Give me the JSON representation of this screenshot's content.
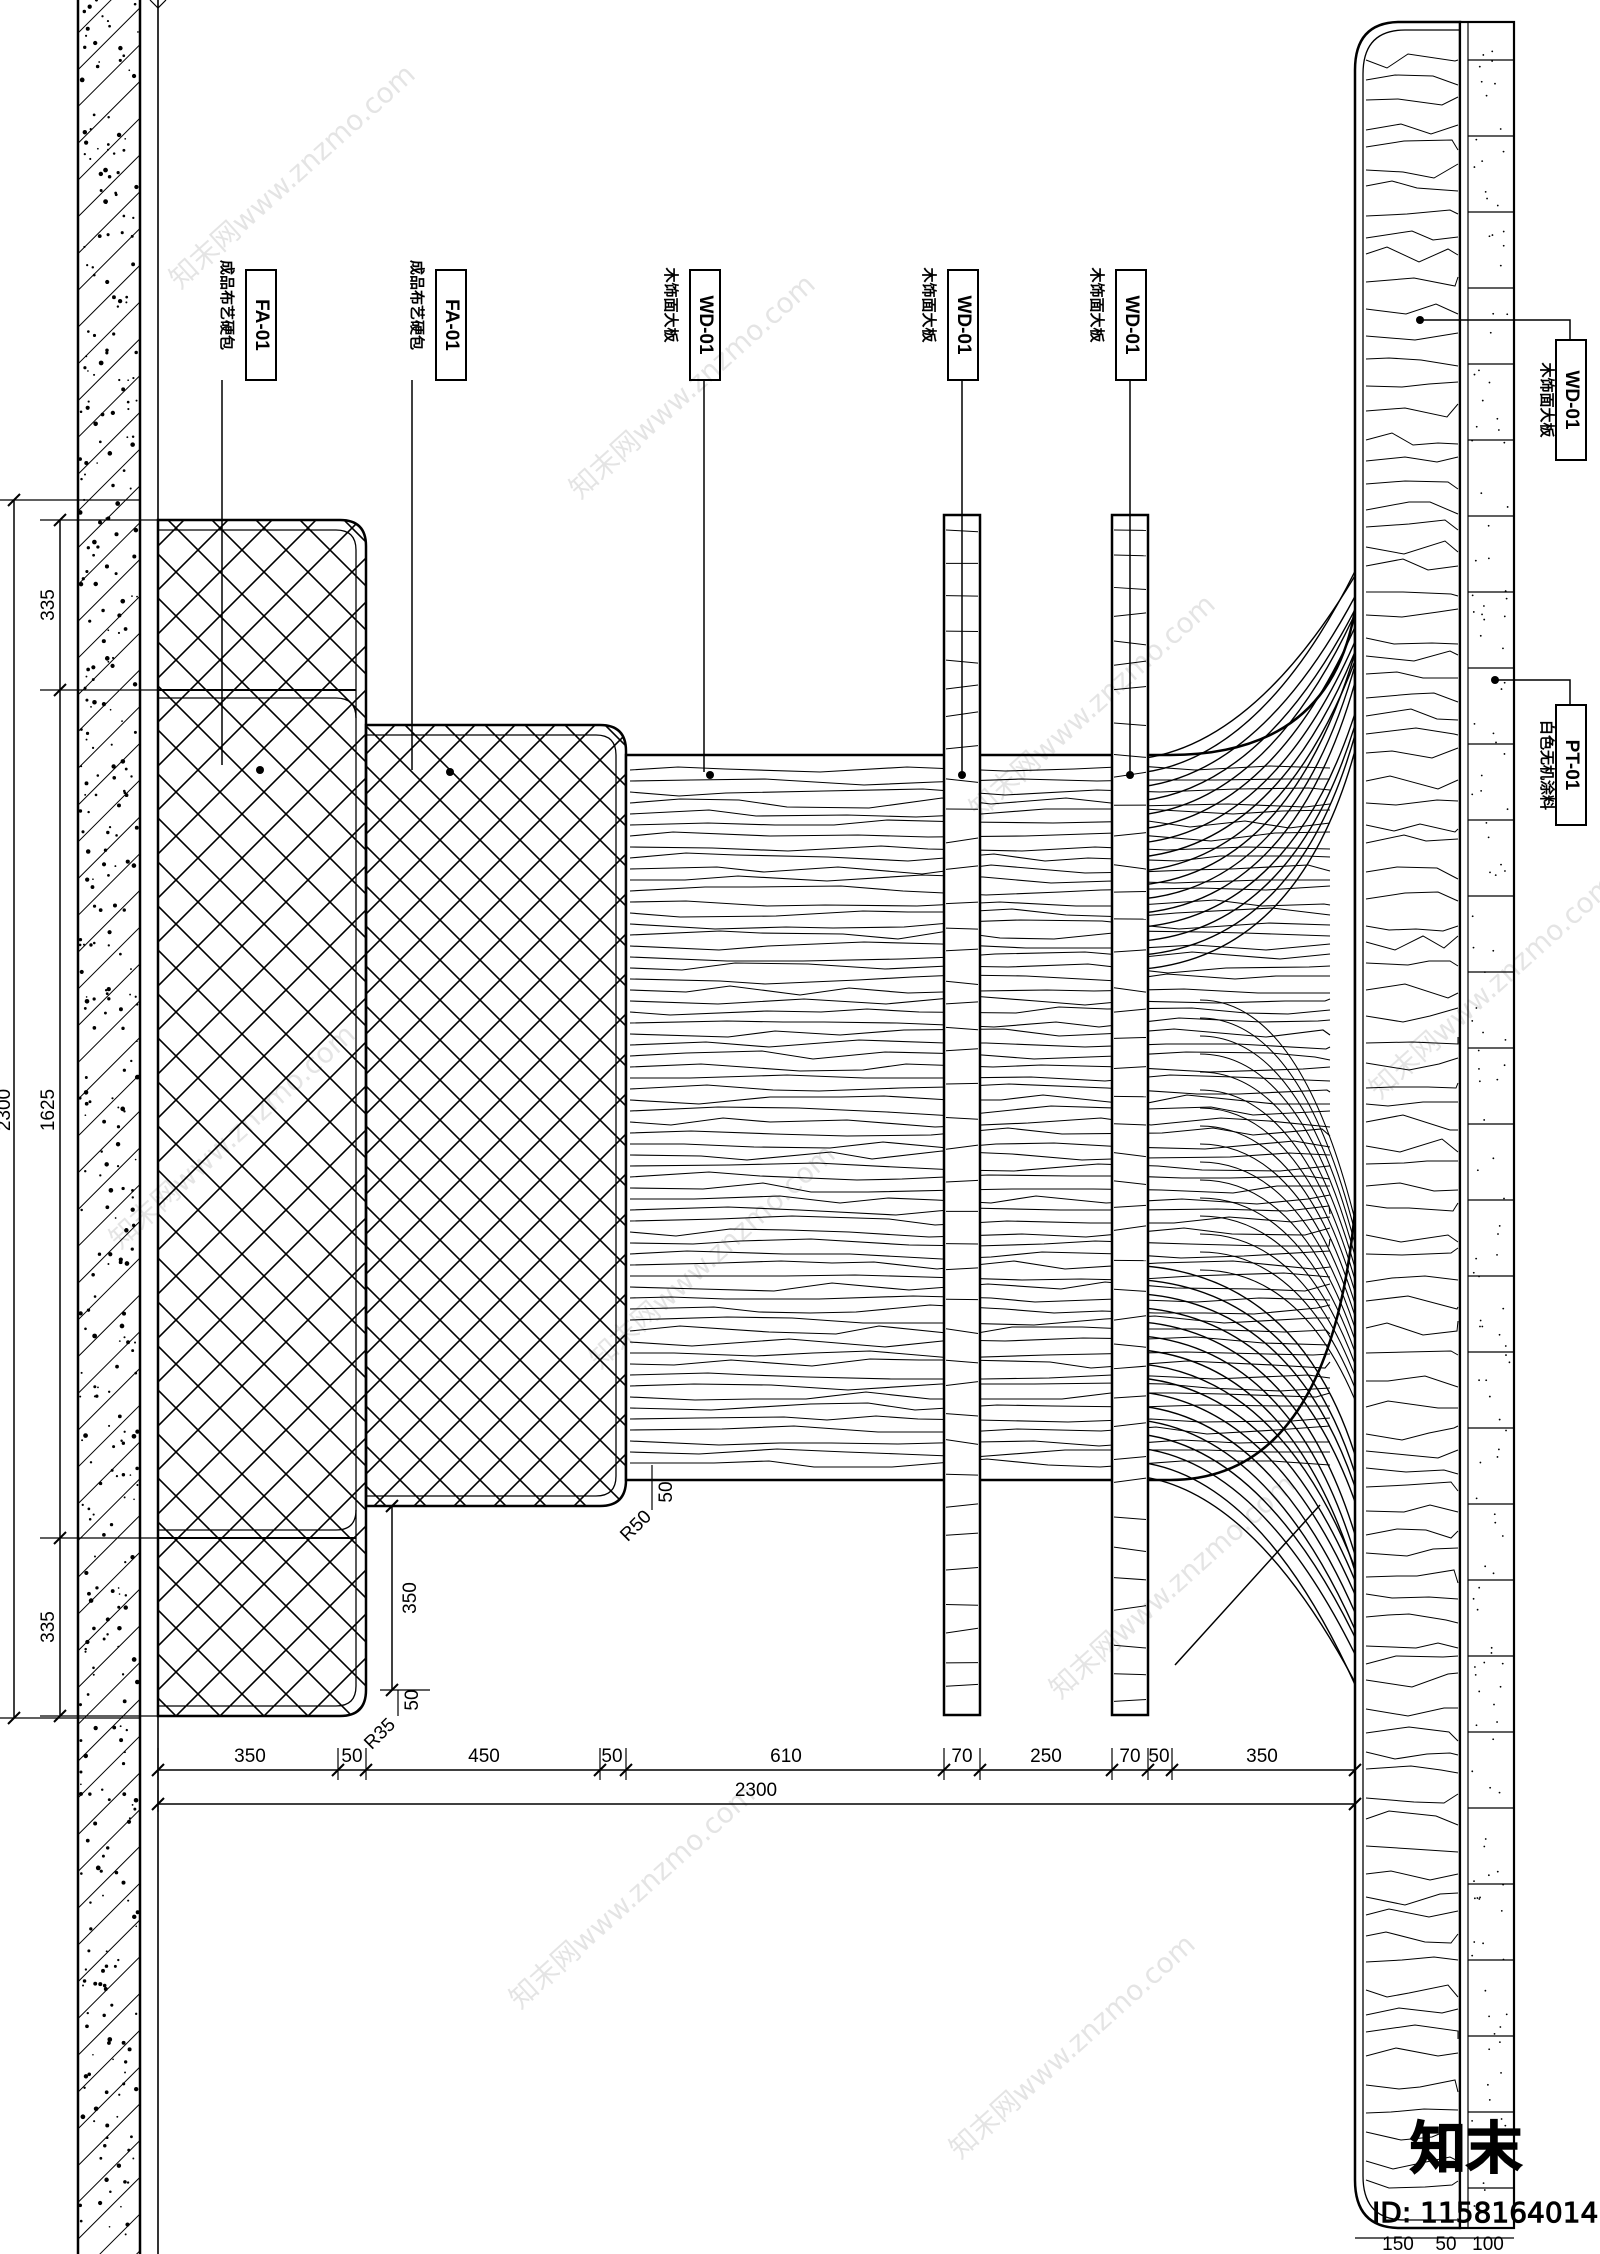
{
  "tags": [
    {
      "id": "fa1",
      "code": "FA-01",
      "note": "成品布艺硬包"
    },
    {
      "id": "fa2",
      "code": "FA-01",
      "note": "成品布艺硬包"
    },
    {
      "id": "wd1",
      "code": "WD-01",
      "note": "木饰面大板"
    },
    {
      "id": "wd2",
      "code": "WD-01",
      "note": "木饰面大板"
    },
    {
      "id": "wd3",
      "code": "WD-01",
      "note": "木饰面大板"
    },
    {
      "id": "wd4",
      "code": "WD-01",
      "note": "木饰面大板"
    },
    {
      "id": "pt1",
      "code": "PT-01",
      "note": "白色无机涂料"
    }
  ],
  "dimensions": {
    "left_total": "2300",
    "left_segments": [
      "335",
      "1625",
      "335"
    ],
    "bottom_segments": [
      "350",
      "50",
      "450",
      "50",
      "610",
      "70",
      "250",
      "70",
      "50",
      "350"
    ],
    "bottom_total": "2300",
    "step_height": "350",
    "small_50_a": "50",
    "small_50_b": "50",
    "radius_a": "R50",
    "radius_b": "R35",
    "wall_segments": [
      "150",
      "50",
      "100"
    ]
  },
  "watermark": {
    "text": "知末网www.znzmo.com"
  },
  "brand": {
    "logo": "知末",
    "id_label": "ID: 1158164014"
  }
}
